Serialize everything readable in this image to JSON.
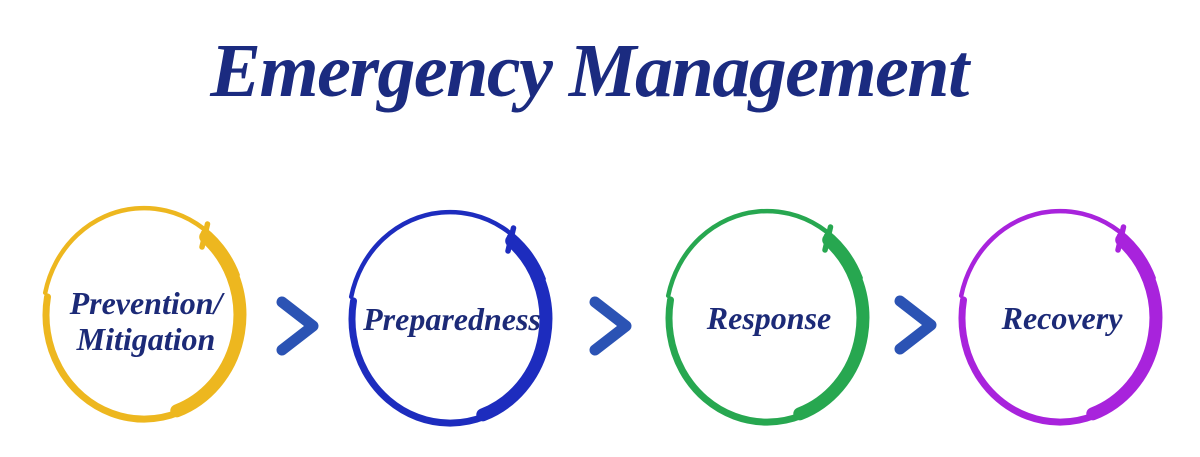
{
  "title": "Emergency Management",
  "diagram": {
    "title_color": "#1b2b80",
    "label_color": "#1c2a77",
    "stages": [
      {
        "name": "prevention-mitigation",
        "lines": [
          "Prevention/",
          "Mitigation"
        ],
        "circle_color": "#edb71f"
      },
      {
        "name": "preparedness",
        "lines": [
          "Preparedness"
        ],
        "circle_color": "#1d2cbe"
      },
      {
        "name": "response",
        "lines": [
          "Response"
        ],
        "circle_color": "#27a750"
      },
      {
        "name": "recovery",
        "lines": [
          "Recovery"
        ],
        "circle_color": "#a823dc"
      }
    ],
    "connector": {
      "icon": "chevron-right-icon",
      "color": "#2b53b4"
    }
  }
}
